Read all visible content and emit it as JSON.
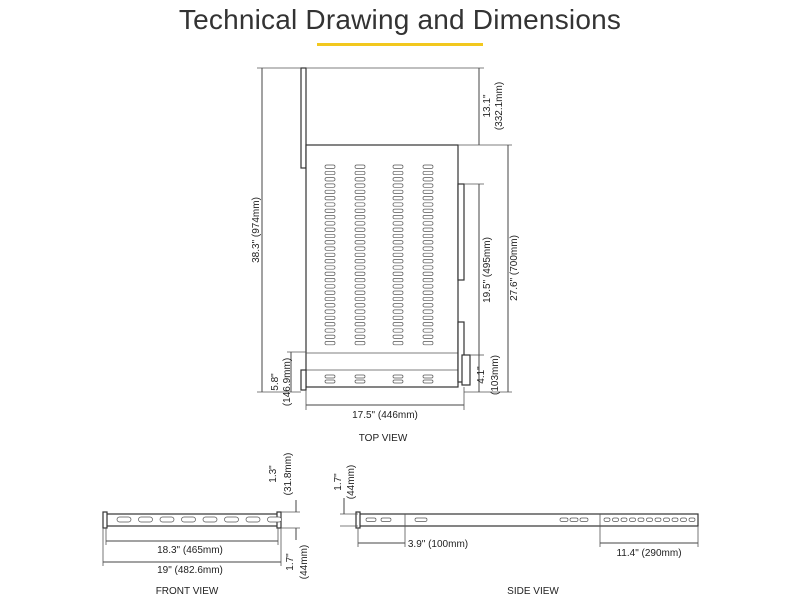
{
  "header": {
    "title": "Technical Drawing and Dimensions",
    "accent_color": "#f2c81e"
  },
  "top_view": {
    "label": "TOP VIEW",
    "dims": {
      "total_depth": "38.3\" (974mm)",
      "front_offset_in": "5.8\"",
      "front_offset_mm": "(146.9mm)",
      "width": "17.5\" (446mm)",
      "rear_top_in": "13.1\"",
      "rear_top_mm": "(332.1mm)",
      "rail_length": "19.5\" (495mm)",
      "outer_length": "27.6\" (700mm)",
      "front_gap_in": "4.1\"",
      "front_gap_mm": "(103mm)"
    }
  },
  "front_view": {
    "label": "FRONT VIEW",
    "dims": {
      "inner_width": "18.3\" (465mm)",
      "outer_width": "19\" (482.6mm)",
      "top_height_in": "1.3\"",
      "top_height_mm": "(31.8mm)",
      "bottom_height_in": "1.7\"",
      "bottom_height_mm": "(44mm)"
    }
  },
  "side_view": {
    "label": "SIDE VIEW",
    "dims": {
      "height_in": "1.7\"",
      "height_mm": "(44mm)",
      "left_ext": "3.9\" (100mm)",
      "right_ext": "11.4\" (290mm)"
    }
  }
}
